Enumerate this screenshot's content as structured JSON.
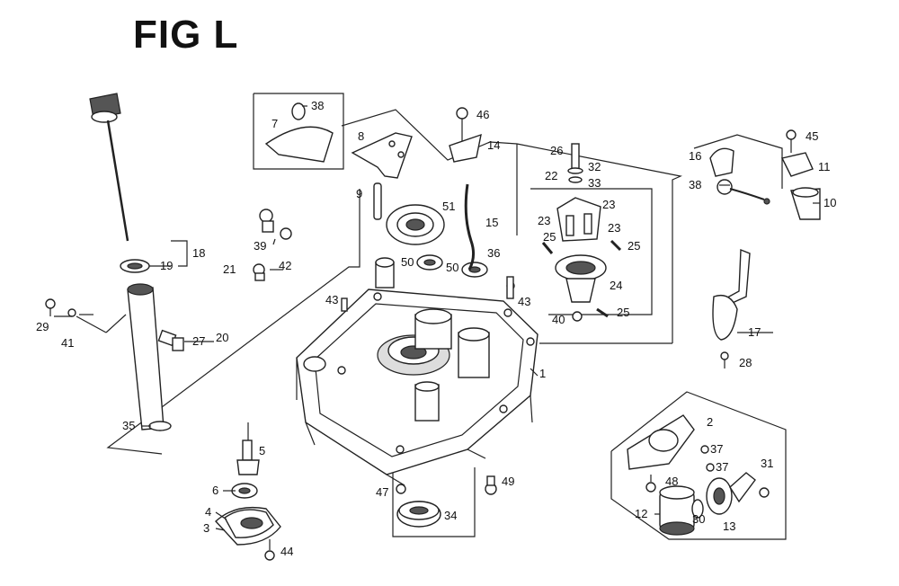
{
  "title": "FIG L",
  "callouts": [
    {
      "id": "c1",
      "label": "1"
    },
    {
      "id": "c2",
      "label": "2"
    },
    {
      "id": "c3",
      "label": "3"
    },
    {
      "id": "c4",
      "label": "4"
    },
    {
      "id": "c5",
      "label": "5"
    },
    {
      "id": "c6",
      "label": "6"
    },
    {
      "id": "c7",
      "label": "7"
    },
    {
      "id": "c8",
      "label": "8"
    },
    {
      "id": "c9",
      "label": "9"
    },
    {
      "id": "c10",
      "label": "10"
    },
    {
      "id": "c11",
      "label": "11"
    },
    {
      "id": "c12",
      "label": "12"
    },
    {
      "id": "c13",
      "label": "13"
    },
    {
      "id": "c14",
      "label": "14"
    },
    {
      "id": "c15",
      "label": "15"
    },
    {
      "id": "c16",
      "label": "16"
    },
    {
      "id": "c17",
      "label": "17"
    },
    {
      "id": "c18",
      "label": "18"
    },
    {
      "id": "c19",
      "label": "19"
    },
    {
      "id": "c20",
      "label": "20"
    },
    {
      "id": "c21",
      "label": "21"
    },
    {
      "id": "c22",
      "label": "22"
    },
    {
      "id": "c23a",
      "label": "23"
    },
    {
      "id": "c23b",
      "label": "23"
    },
    {
      "id": "c23c",
      "label": "23"
    },
    {
      "id": "c24",
      "label": "24"
    },
    {
      "id": "c25a",
      "label": "25"
    },
    {
      "id": "c25b",
      "label": "25"
    },
    {
      "id": "c25c",
      "label": "25"
    },
    {
      "id": "c26",
      "label": "26"
    },
    {
      "id": "c27",
      "label": "27"
    },
    {
      "id": "c28",
      "label": "28"
    },
    {
      "id": "c29",
      "label": "29"
    },
    {
      "id": "c30",
      "label": "30"
    },
    {
      "id": "c31",
      "label": "31"
    },
    {
      "id": "c32",
      "label": "32"
    },
    {
      "id": "c33",
      "label": "33"
    },
    {
      "id": "c34",
      "label": "34"
    },
    {
      "id": "c35",
      "label": "35"
    },
    {
      "id": "c36a",
      "label": "36"
    },
    {
      "id": "c36b",
      "label": "36"
    },
    {
      "id": "c37a",
      "label": "37"
    },
    {
      "id": "c37b",
      "label": "37"
    },
    {
      "id": "c38a",
      "label": "38"
    },
    {
      "id": "c38b",
      "label": "38"
    },
    {
      "id": "c39",
      "label": "39"
    },
    {
      "id": "c40",
      "label": "40"
    },
    {
      "id": "c41",
      "label": "41"
    },
    {
      "id": "c42",
      "label": "42"
    },
    {
      "id": "c43a",
      "label": "43"
    },
    {
      "id": "c43b",
      "label": "43"
    },
    {
      "id": "c44",
      "label": "44"
    },
    {
      "id": "c45",
      "label": "45"
    },
    {
      "id": "c46",
      "label": "46"
    },
    {
      "id": "c47",
      "label": "47"
    },
    {
      "id": "c48",
      "label": "48"
    },
    {
      "id": "c49",
      "label": "49"
    },
    {
      "id": "c50a",
      "label": "50"
    },
    {
      "id": "c50b",
      "label": "50"
    },
    {
      "id": "c51",
      "label": "51"
    }
  ]
}
